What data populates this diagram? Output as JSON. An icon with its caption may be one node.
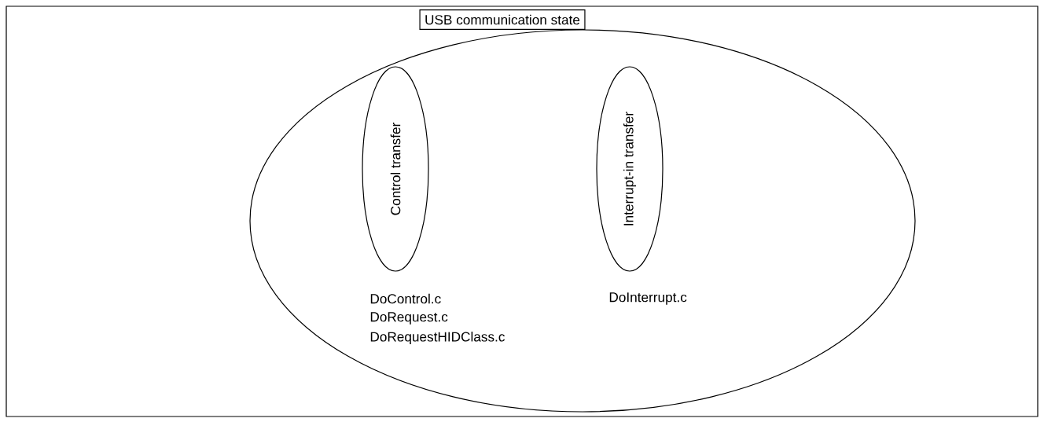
{
  "diagram": {
    "nodes": [
      {
        "text": [
          "USB communication state"
        ]
      },
      {
        "text": [
          "Control transfer"
        ],
        "in": 0,
        "beside": [
          "DoControl.c",
          "DoRequest.c",
          "DoRequestHIDClass.c"
        ]
      },
      {
        "text": [
          "Interrupt-in transfer"
        ],
        "in": 0,
        "beside": [
          "DoInterrupt.c"
        ]
      }
    ],
    "edges": []
  }
}
